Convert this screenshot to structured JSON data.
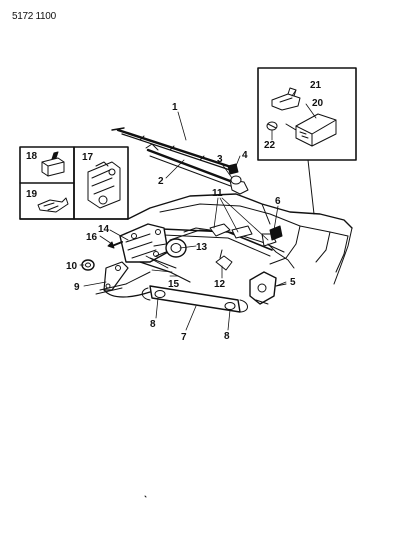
{
  "header": {
    "code": "5172 1100"
  },
  "callouts": {
    "c1": "1",
    "c2": "2",
    "c3": "3",
    "c4": "4",
    "c5": "5",
    "c6": "6",
    "c7": "7",
    "c8a": "8",
    "c8b": "8",
    "c9": "9",
    "c10": "10",
    "c11": "11",
    "c12": "12",
    "c13": "13",
    "c14": "14",
    "c15": "15",
    "c16": "16",
    "c17": "17",
    "c18": "18",
    "c19": "19",
    "c20": "20",
    "c21": "21",
    "c22": "22"
  }
}
